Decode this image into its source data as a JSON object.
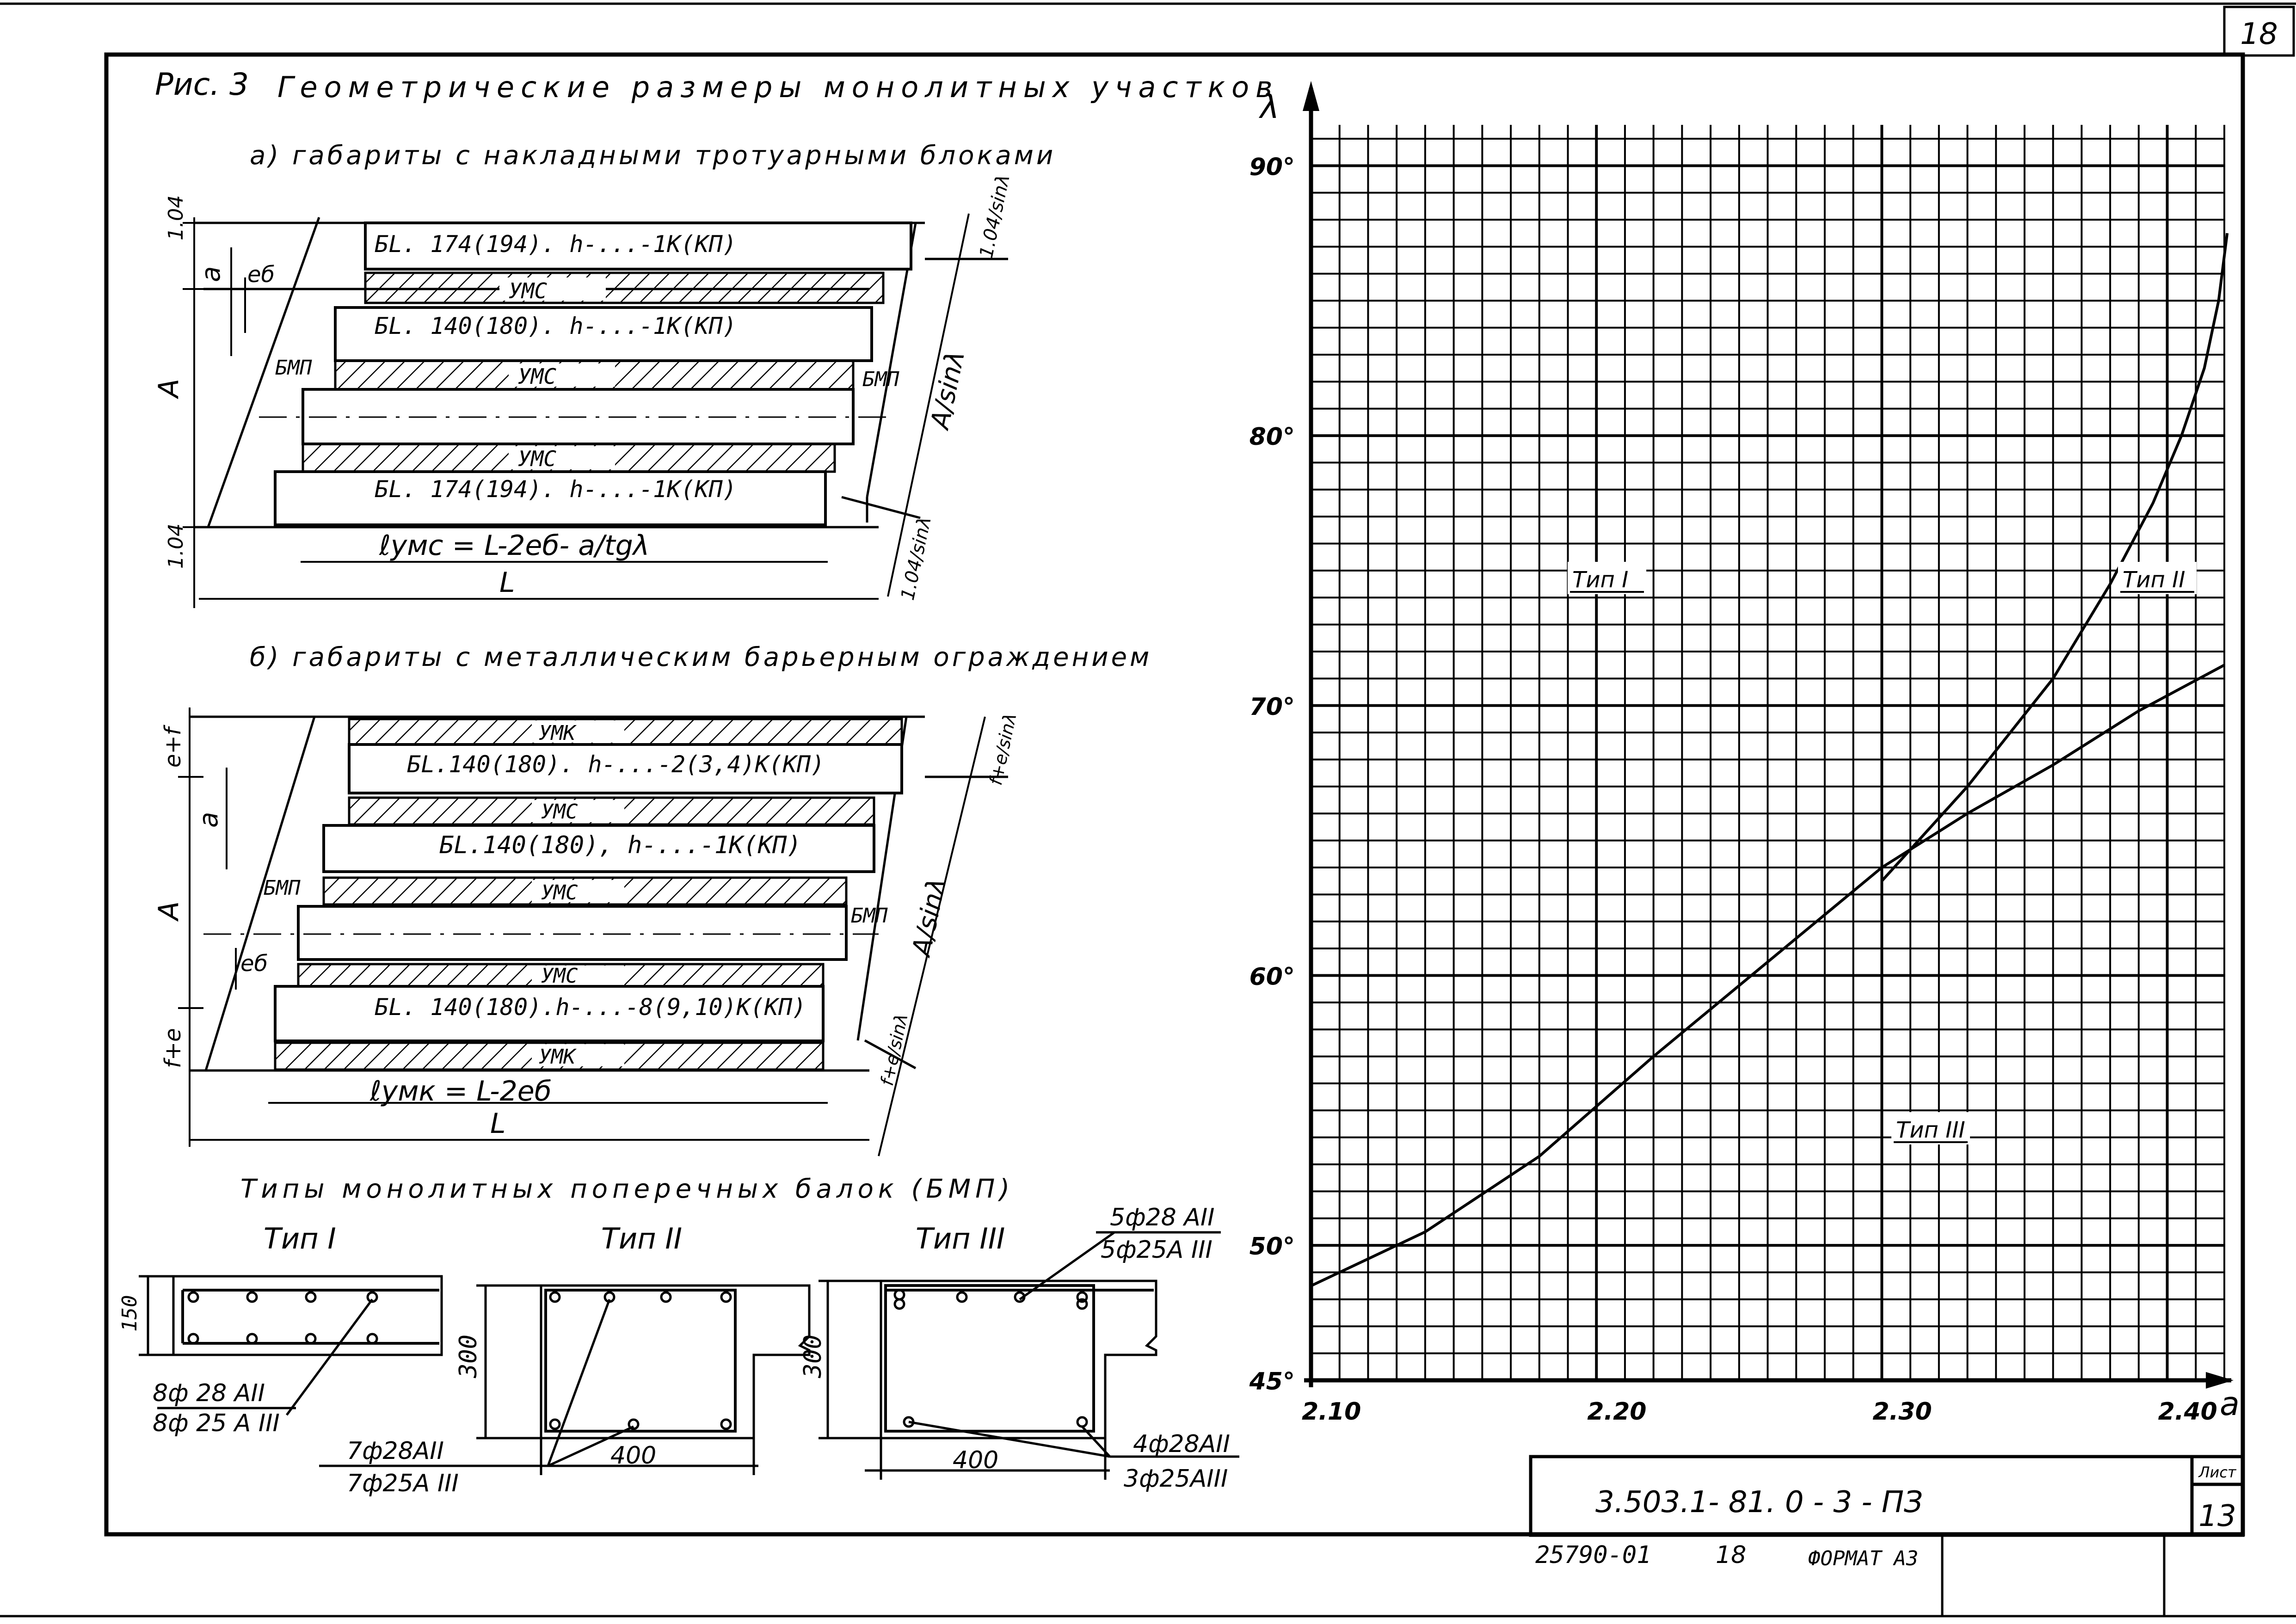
{
  "sheet": {
    "corner_number": "18",
    "format_label": "ФОРМАТ А3",
    "inventory_number": "25790-01",
    "inventory_page": "18"
  },
  "figure": {
    "title_prefix": "Рис. 3",
    "title": "Геометрические размеры монолитных участков",
    "section_a": {
      "caption": "а) габариты с накладными тротуарными блоками",
      "blocks": [
        "БL. 174(194). h-...-1К(КП)",
        "БL. 140(180). h-...-1К(КП)",
        "БL. 174(194). h-...-1К(КП)"
      ],
      "fill_label": "УМС",
      "beam_label": "БМП",
      "dims": {
        "top": "1.04",
        "bottom": "1.04",
        "a": "а",
        "eb": "еб",
        "A": "А",
        "L": "L",
        "right_top": "1.04/sinλ",
        "right_mid": "А/sinλ",
        "right_bot": "1.04/sinλ"
      },
      "formula": "ℓумс = L-2еб- а/tgλ"
    },
    "section_b": {
      "caption": "б) габариты с металлическим барьерным ограждением",
      "blocks": [
        "БL.140(180). h-...-2(3,4)К(КП)",
        "БL.140(180), h-...-1К(КП)",
        "БL. 140(180).h-...-8(9,10)К(КП)"
      ],
      "fill_umk": "УМК",
      "fill_ums": "УМС",
      "beam_label": "БМП",
      "dims": {
        "top": "е+f",
        "bottom": "f+е",
        "a": "а",
        "eb": "еб",
        "A": "А",
        "L": "L",
        "right_top": "f+е/sinλ",
        "right_mid": "А/sinλ",
        "right_bot": "f+е/sinλ"
      },
      "formula": "ℓумк = L-2еб"
    },
    "beam_types": {
      "caption": "Типы монолитных поперечных балок (БМП)",
      "type1": {
        "label": "Тип I",
        "height": "150",
        "rebar_top": "8ф 28 АII",
        "rebar_bot": "8ф 25 А III"
      },
      "type2": {
        "label": "Тип II",
        "height": "300",
        "width": "400",
        "rebar_top": "7ф28АII",
        "rebar_bot": "7ф25А III"
      },
      "type3": {
        "label": "Тип III",
        "height": "300",
        "width": "400",
        "rebar_top1": "5ф28 АII",
        "rebar_top2": "5ф25А III",
        "rebar_bot1": "4ф28АII",
        "rebar_bot2": "3ф25АIII"
      }
    }
  },
  "chart_data": {
    "type": "line",
    "xlabel": "а",
    "ylabel": "λ",
    "xlim": [
      2.1,
      2.42
    ],
    "ylim": [
      45,
      91
    ],
    "xticks": [
      "2.10",
      "2.20",
      "2.30",
      "2.40"
    ],
    "yticks": [
      "45°",
      "50°",
      "60°",
      "70°",
      "80°",
      "90°"
    ],
    "grid": true,
    "series": [
      {
        "name": "Тип I",
        "label_pos": [
          2.21,
          75.3
        ]
      },
      {
        "name": "Тип II",
        "x": [
          2.3,
          2.33,
          2.36,
          2.38,
          2.395,
          2.405,
          2.413,
          2.418,
          2.421
        ],
        "y": [
          63.5,
          67.0,
          71.0,
          74.5,
          77.5,
          80.0,
          82.5,
          85.0,
          87.5
        ]
      },
      {
        "name": "Тип III",
        "x": [
          2.1,
          2.14,
          2.18,
          2.22,
          2.26,
          2.3,
          2.33,
          2.36,
          2.39,
          2.42
        ],
        "y": [
          48.5,
          50.5,
          53.3,
          57.0,
          60.5,
          64.0,
          66.0,
          67.8,
          69.8,
          71.5
        ]
      }
    ]
  },
  "title_block": {
    "code": "3.503.1- 81. 0 - 3 - ПЗ",
    "sheet_label": "Лист",
    "sheet_number": "13"
  }
}
